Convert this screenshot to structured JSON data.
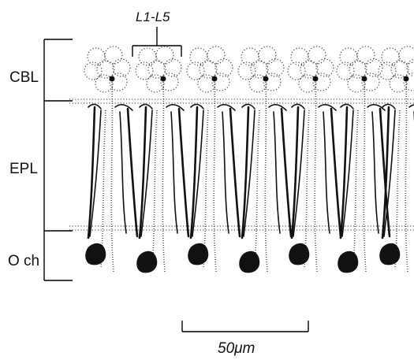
{
  "labels": {
    "layer_cbl": "CBL",
    "layer_epl": "EPL",
    "layer_och": "O ch",
    "cartridge": "L1-L5",
    "scale": "50μm"
  },
  "colors": {
    "ink": "#111111",
    "stipple": "#555555"
  }
}
